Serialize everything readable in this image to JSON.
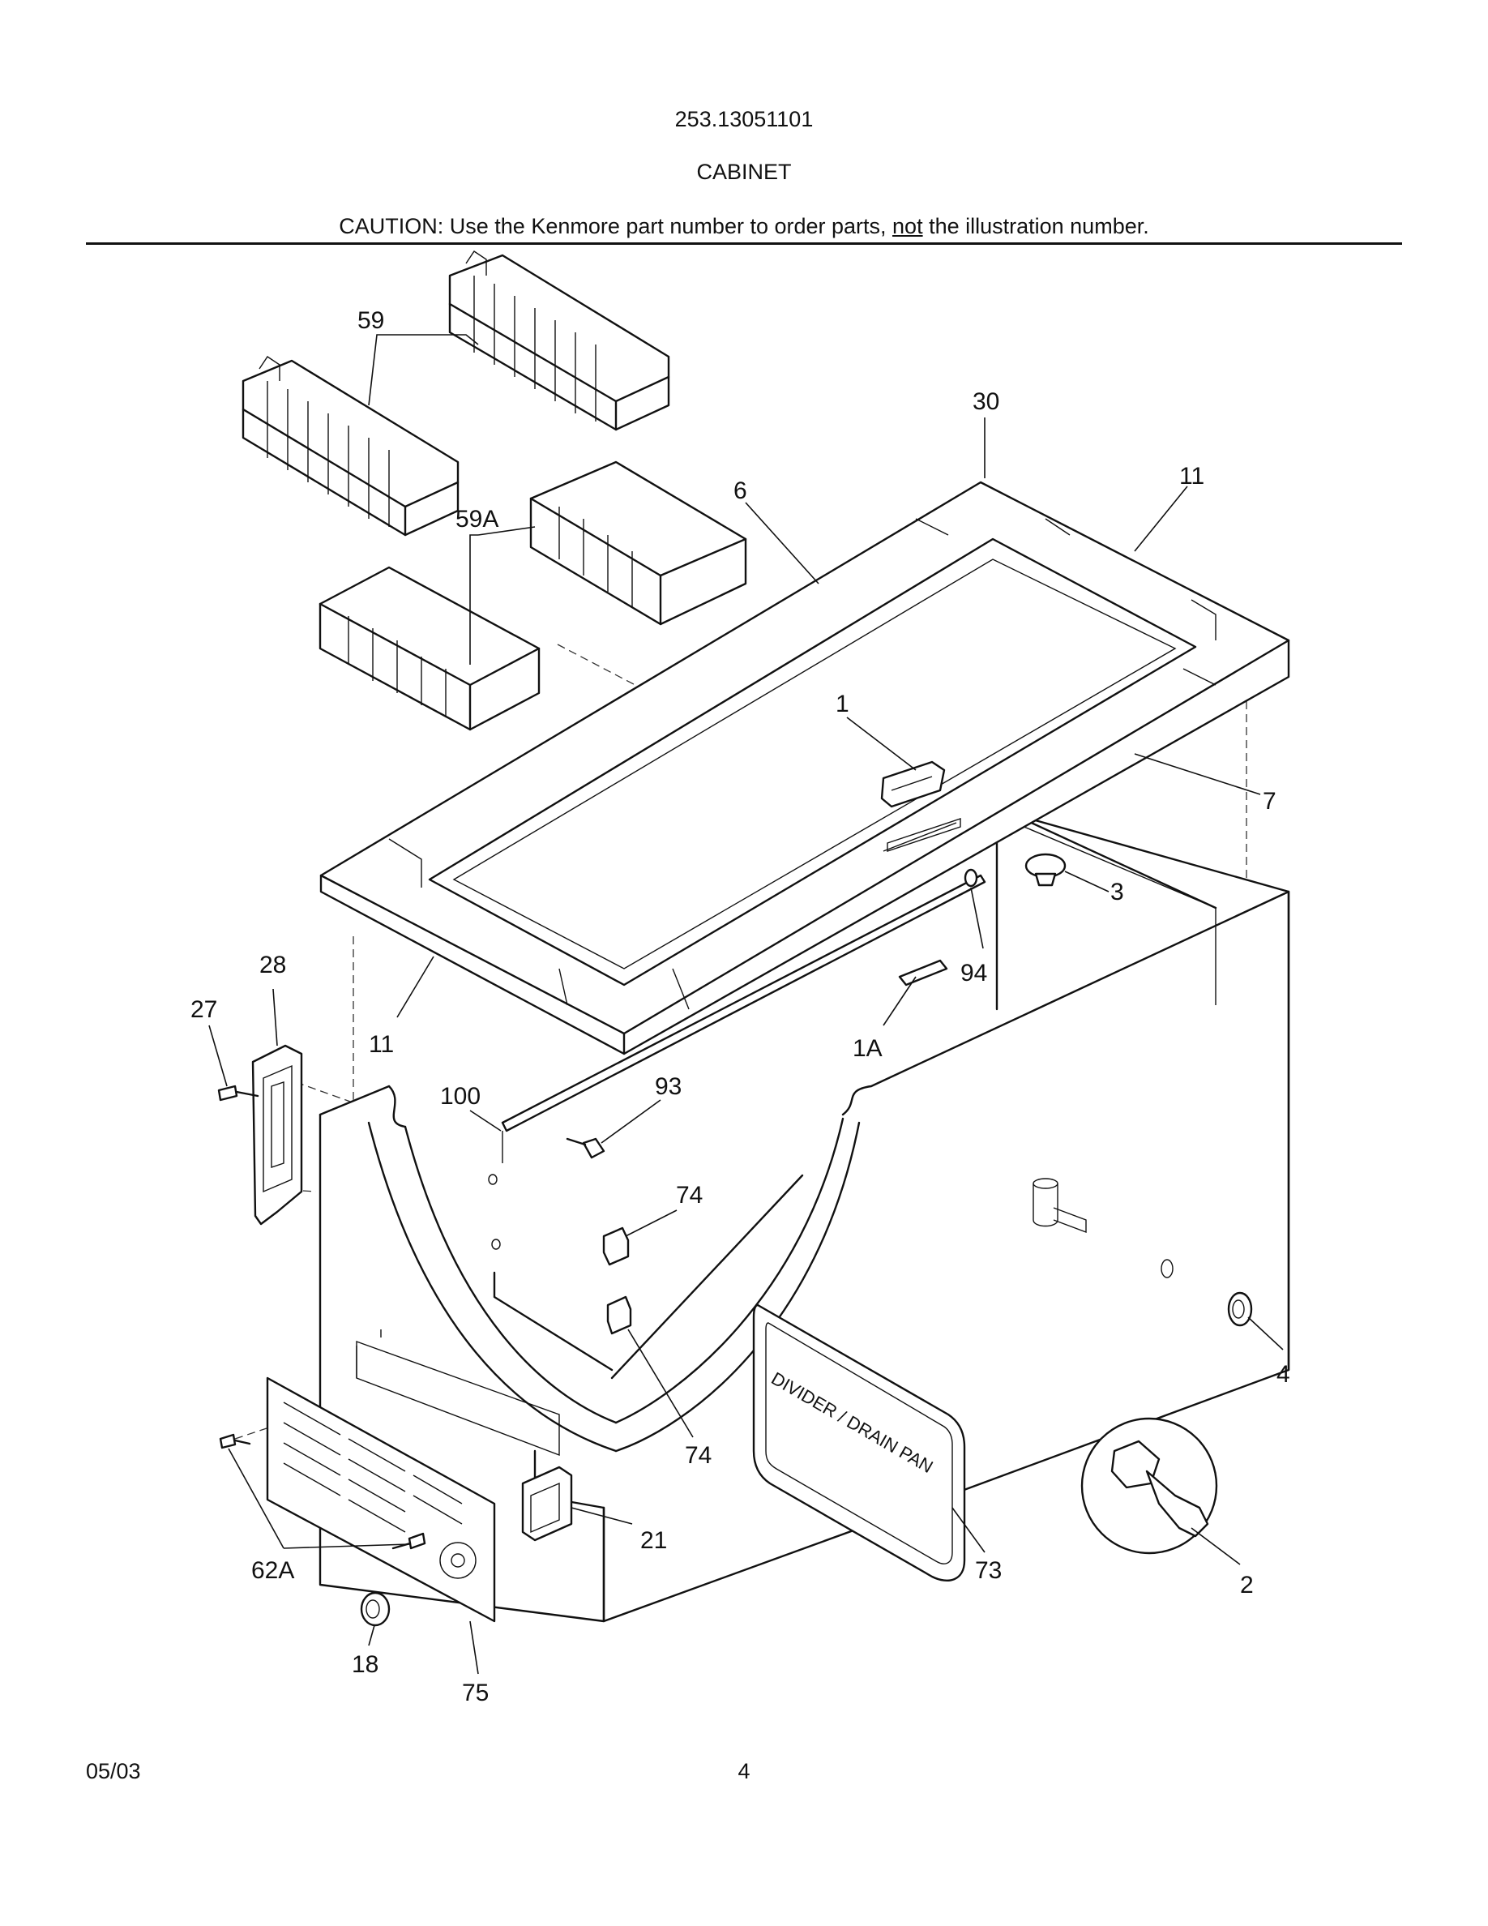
{
  "header": {
    "model_number": "253.13051101",
    "section_title": "CABINET",
    "caution_prefix": "CAUTION: Use the Kenmore part number to order parts, ",
    "caution_underlined": "not",
    "caution_suffix": " the illustration number."
  },
  "callouts": {
    "c59": "59",
    "c30": "30",
    "c11_top": "11",
    "c6": "6",
    "c59a": "59A",
    "c1": "1",
    "c7": "7",
    "c3": "3",
    "c28": "28",
    "c27": "27",
    "c94": "94",
    "c11_left": "11",
    "c1a": "1A",
    "c100": "100",
    "c93": "93",
    "c74_top": "74",
    "c4": "4",
    "c74_bottom": "74",
    "c21": "21",
    "c62a": "62A",
    "c73": "73",
    "c2": "2",
    "c18": "18",
    "c75": "75"
  },
  "panel_text": "DIVIDER / DRAIN PAN",
  "footer": {
    "date": "05/03",
    "page": "4"
  }
}
